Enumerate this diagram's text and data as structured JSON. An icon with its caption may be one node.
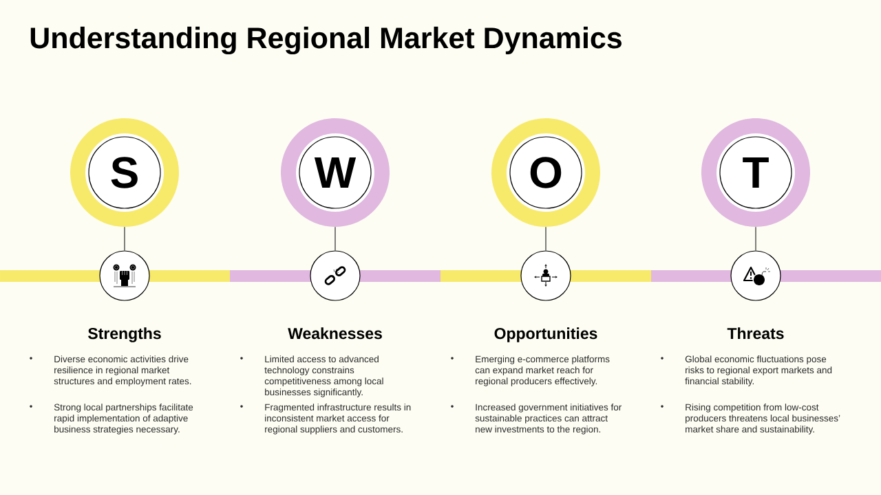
{
  "diagram": {
    "title": "Understanding Regional Market Dynamics",
    "nodes": [
      {
        "text": [
          "S"
        ]
      },
      {
        "text": [
          "W"
        ]
      },
      {
        "text": [
          "O"
        ]
      },
      {
        "text": [
          "T"
        ]
      },
      {
        "text": [],
        "shape": "circle",
        "beside": [
          "Strengths",
          "Diverse economic activities drive resilience in regional market structures and employment rates.",
          "Strong local partnerships facilitate rapid implementation of adaptive business strategies necessary."
        ]
      },
      {
        "text": [],
        "shape": "circle",
        "beside": [
          "Weaknesses",
          "Limited access to advanced technology constrains competitiveness among local businesses significantly.",
          "Fragmented infrastructure results in inconsistent market access for regional suppliers and customers."
        ]
      },
      {
        "text": [],
        "shape": "circle",
        "beside": [
          "Opportunities",
          "Emerging e-commerce platforms can expand market reach for regional producers effectively.",
          "Increased government initiatives for sustainable practices can attract new investments to the region."
        ]
      },
      {
        "text": [],
        "shape": "circle",
        "beside": [
          "Threats",
          "Global economic fluctuations pose risks to regional export markets and financial stability.",
          "Rising competition from low-cost producers threatens local businesses’ market share and sustainability."
        ]
      },
      {
        "text": [],
        "shape": "bar"
      },
      {
        "text": [],
        "shape": "bar"
      },
      {
        "text": [],
        "shape": "bar"
      },
      {
        "text": [],
        "shape": "bar"
      }
    ],
    "edges": [
      {
        "from": 0,
        "to": 4,
        "arrow": "none"
      },
      {
        "from": 1,
        "to": 5,
        "arrow": "none"
      },
      {
        "from": 2,
        "to": 6,
        "arrow": "none"
      },
      {
        "from": 3,
        "to": 7,
        "arrow": "none"
      }
    ]
  }
}
